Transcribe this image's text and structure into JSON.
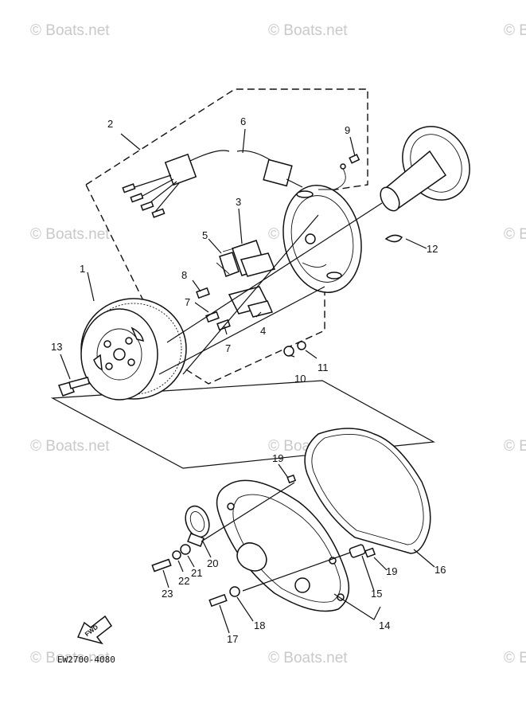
{
  "watermark": "© Boats.net",
  "drawing_code": "EW2700-4080",
  "fwd_label": "FWD",
  "callouts": {
    "c1": "1",
    "c2": "2",
    "c3": "3",
    "c4": "4",
    "c5": "5",
    "c6": "6",
    "c7a": "7",
    "c7b": "7",
    "c8": "8",
    "c9": "9",
    "c10": "10",
    "c11": "11",
    "c12": "12",
    "c13": "13",
    "c14": "14",
    "c15": "15",
    "c16": "16",
    "c17": "17",
    "c18": "18",
    "c19a": "19",
    "c19b": "19",
    "c20": "20",
    "c21": "21",
    "c22": "22",
    "c23": "23"
  }
}
